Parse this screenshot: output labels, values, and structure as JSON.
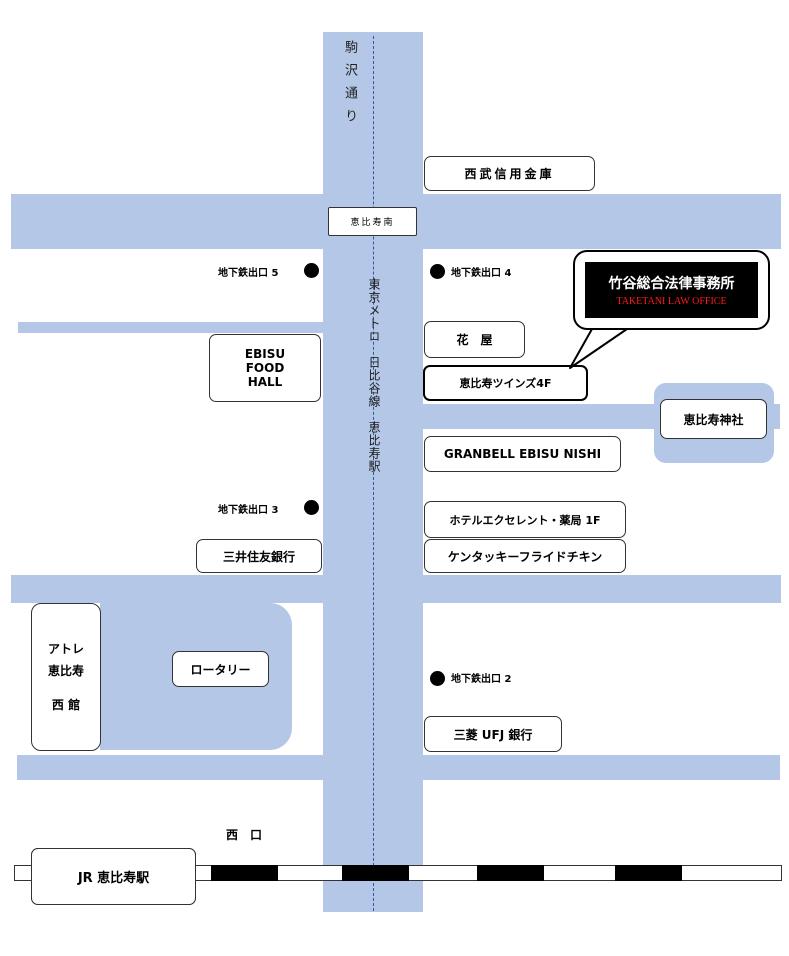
{
  "colors": {
    "road": "#b4c7e7",
    "accent": "#ff1a1a",
    "rail": "#000000"
  },
  "street_names": {
    "komazawa": "駒沢通り",
    "metro_line": "東京メトロ　日比谷線　恵比寿駅"
  },
  "intersection": "恵比寿南",
  "callout": {
    "name_jp": "竹谷総合法律事務所",
    "name_en": "TAKETANI LAW OFFICE"
  },
  "landmarks": {
    "seibu_shinyo": "西武信用金庫",
    "hanaya": "花　屋",
    "ebisu_twins": "恵比寿ツインズ4F",
    "ebisu_shrine": "恵比寿神社",
    "granbell": "GRANBELL EBISU NISHI",
    "hotel_excellent": "ホテルエクセレント・薬局 1F",
    "kfc": "ケンタッキーフライドチキン",
    "mitsui_sumitomo": "三井住友銀行",
    "ufj": "三菱 UFJ 銀行",
    "rotary": "ロータリー",
    "jr_station": "JR 恵比寿駅",
    "ebisu_food_hall": [
      "EBISU",
      "FOOD",
      "HALL"
    ],
    "atre": [
      "アトレ",
      "恵比寿",
      "西 館"
    ]
  },
  "exits": {
    "exit5": "地下鉄出口 5",
    "exit4": "地下鉄出口 4",
    "exit3": "地下鉄出口 3",
    "exit2": "地下鉄出口 2"
  },
  "west_exit": "西　口"
}
